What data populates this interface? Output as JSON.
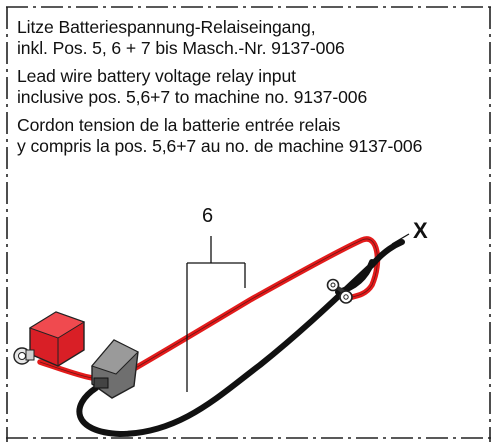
{
  "description_de": {
    "line1": "Litze Batteriespannung-Relaiseingang,",
    "line2": "inkl. Pos. 5, 6 + 7 bis Masch.-Nr. 9137-006"
  },
  "description_en": {
    "line1": "Lead wire battery voltage relay input",
    "line2": "inclusive pos. 5,6+7 to machine no. 9137-006"
  },
  "description_fr": {
    "line1": "Cordon tension de la batterie entrée relais",
    "line2": "y compris la pos. 5,6+7 au no. de machine 9137-006"
  },
  "callouts": {
    "position_number": "6",
    "connector_mark": "X"
  },
  "colors": {
    "wire_red": "#e31b1b",
    "wire_black": "#111111",
    "cap_red": "#d91f26",
    "cap_gray": "#6f6f6f",
    "frame": "#222222"
  }
}
